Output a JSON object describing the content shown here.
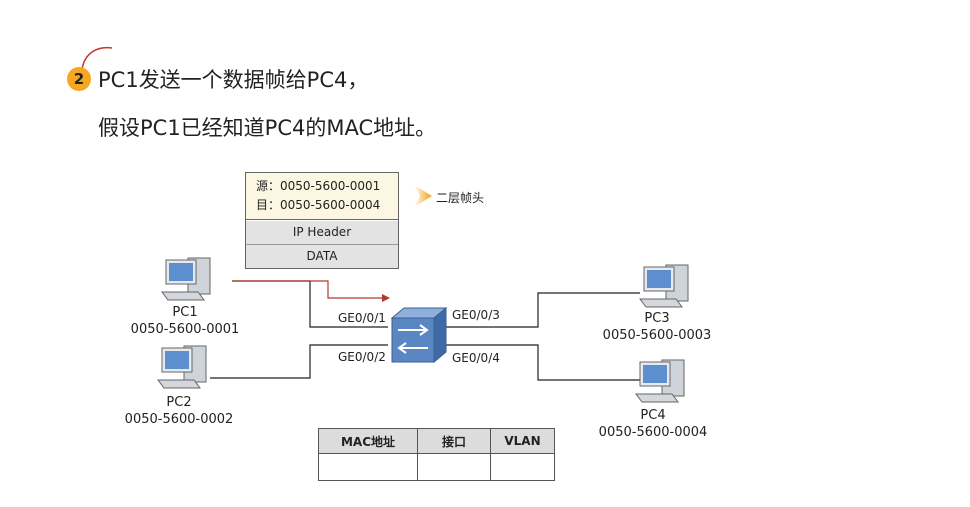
{
  "step": {
    "number": "2",
    "line1": "PC1发送一个数据帧给PC4，",
    "line2": "假设PC1已经知道PC4的MAC地址。"
  },
  "frame": {
    "src": "源：0050-5600-0001",
    "dst": "目：0050-5600-0004",
    "ip_header": "IP Header",
    "data": "DATA",
    "l2_label": "二层帧头"
  },
  "hosts": [
    {
      "name": "PC1",
      "mac": "0050-5600-0001"
    },
    {
      "name": "PC2",
      "mac": "0050-5600-0002"
    },
    {
      "name": "PC3",
      "mac": "0050-5600-0003"
    },
    {
      "name": "PC4",
      "mac": "0050-5600-0004"
    }
  ],
  "ports": {
    "p1": "GE0/0/1",
    "p2": "GE0/0/2",
    "p3": "GE0/0/3",
    "p4": "GE0/0/4"
  },
  "mac_table": {
    "headers": [
      "MAC地址",
      "接口",
      "VLAN"
    ]
  },
  "colors": {
    "badge": "#f5a623",
    "curve": "#c0392b",
    "flow_line": "#b03a2e",
    "switch": "#4a74b0"
  }
}
